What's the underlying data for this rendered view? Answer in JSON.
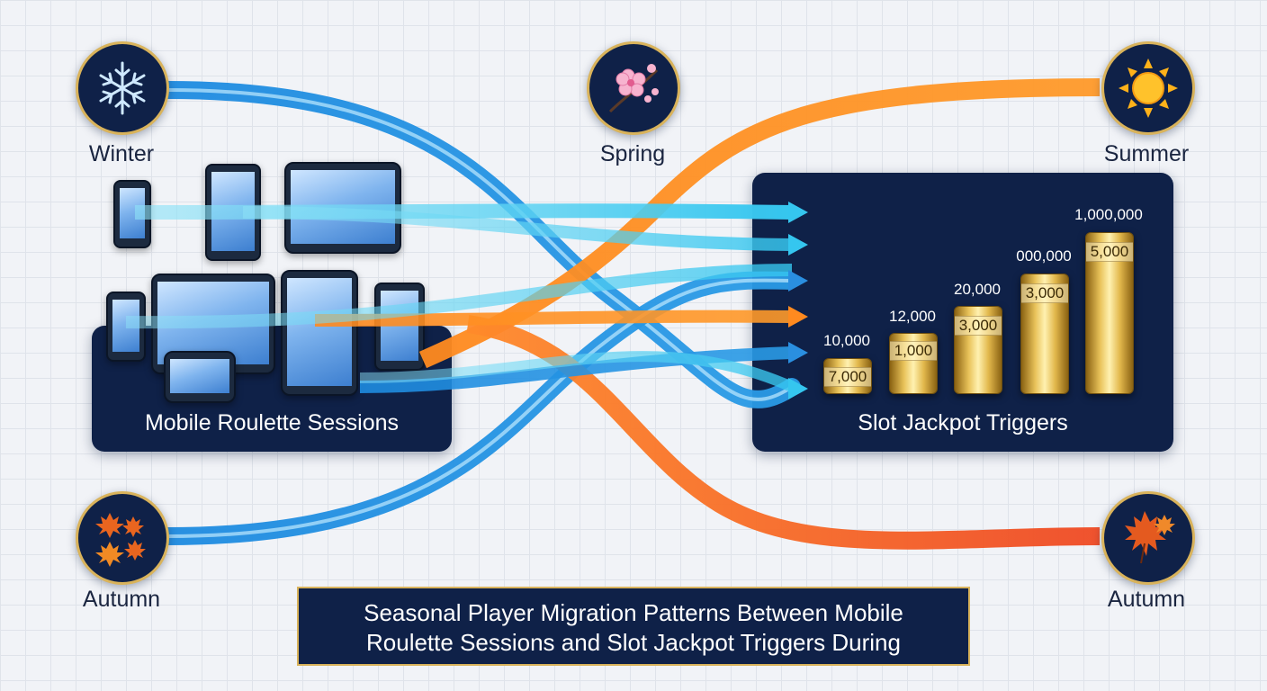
{
  "title": "Seasonal Player Migration Patterns Between Mobile Roulette Sessions and Slot Jackpot Triggers During",
  "seasons": {
    "winter": {
      "label": "Winter",
      "icon": "snowflake-icon"
    },
    "spring": {
      "label": "Spring",
      "icon": "cherry-blossom-icon"
    },
    "summer": {
      "label": "Summer",
      "icon": "sun-icon"
    },
    "autumn_left": {
      "label": "Autumn",
      "icon": "maple-leaves-icon"
    },
    "autumn_right": {
      "label": "Autumn",
      "icon": "maple-leaf-icon"
    }
  },
  "panels": {
    "roulette": {
      "label": "Mobile Roulette Sessions",
      "icon": "mobile-devices-icon"
    },
    "jackpot": {
      "label": "Slot Jackpot Triggers",
      "icon": "gold-coin-stacks-icon"
    }
  },
  "jackpot_stacks": [
    {
      "top_label": "10,000",
      "band_label": "7,000"
    },
    {
      "top_label": "12,000",
      "band_label": "1,000"
    },
    {
      "top_label": "20,000",
      "band_label": "3,000"
    },
    {
      "top_label": "000,000",
      "band_label": "3,000"
    },
    {
      "top_label": "1,000,000",
      "band_label": "5,000"
    }
  ],
  "flow_colors": {
    "cool": "#2a9be6",
    "cool_light": "#4fd0f0",
    "warm": "#ff7a1a",
    "warm_red": "#f05a28"
  },
  "accent": {
    "navy": "#0f2148",
    "gold": "#d9b35b"
  }
}
